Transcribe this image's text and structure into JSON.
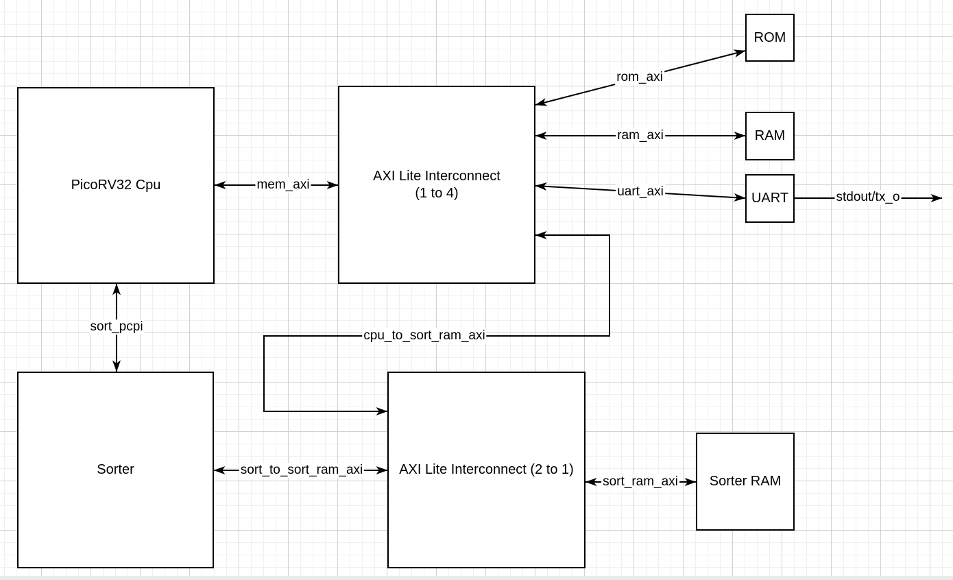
{
  "canvas": {
    "background": "#ffffff",
    "grid_minor_color": "#f0f0f0",
    "grid_major_color": "#d2d2d2",
    "stroke_color": "#000000",
    "block_fill": "#ffffff",
    "text_color": "#000000"
  },
  "blocks": {
    "cpu": {
      "label": "PicoRV32 Cpu"
    },
    "interconnect1": {
      "line1": "AXI Lite Interconnect",
      "line2": "(1 to 4)"
    },
    "rom": {
      "label": "ROM"
    },
    "ram": {
      "label": "RAM"
    },
    "uart": {
      "label": "UART"
    },
    "sorter": {
      "label": "Sorter"
    },
    "interconnect2": {
      "label": "AXI Lite Interconnect (2 to 1)"
    },
    "sorter_ram": {
      "label": "Sorter RAM"
    }
  },
  "connectors": {
    "mem_axi": {
      "label": "mem_axi",
      "bidirectional": true
    },
    "rom_axi": {
      "label": "rom_axi",
      "bidirectional": true
    },
    "ram_axi": {
      "label": "ram_axi",
      "bidirectional": true
    },
    "uart_axi": {
      "label": "uart_axi",
      "bidirectional": true
    },
    "stdout_tx_o": {
      "label": "stdout/tx_o",
      "bidirectional": false
    },
    "sort_pcpi": {
      "label": "sort_pcpi",
      "bidirectional": true
    },
    "cpu_to_sort_ram_axi": {
      "label": "cpu_to_sort_ram_axi",
      "bidirectional": true
    },
    "sort_to_sort_ram_axi": {
      "label": "sort_to_sort_ram_axi",
      "bidirectional": true
    },
    "sort_ram_axi": {
      "label": "sort_ram_axi",
      "bidirectional": true
    }
  }
}
